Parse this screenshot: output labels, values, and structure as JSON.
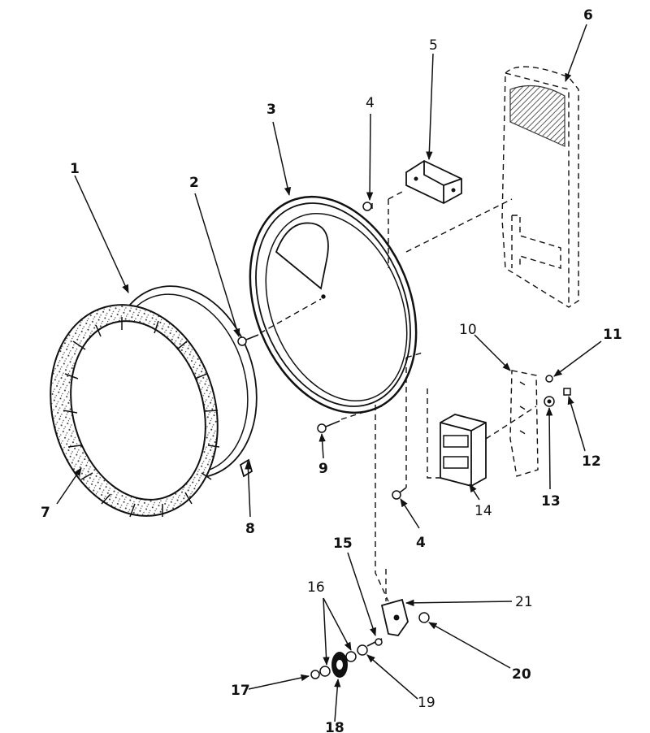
{
  "callouts": [
    {
      "id": "c1",
      "text": "1"
    },
    {
      "id": "c2",
      "text": "2"
    },
    {
      "id": "c3",
      "text": "3"
    },
    {
      "id": "c4a",
      "text": "4"
    },
    {
      "id": "c4b",
      "text": "4"
    },
    {
      "id": "c5",
      "text": "5"
    },
    {
      "id": "c6",
      "text": "6"
    },
    {
      "id": "c7",
      "text": "7"
    },
    {
      "id": "c8",
      "text": "8"
    },
    {
      "id": "c9",
      "text": "9"
    },
    {
      "id": "c10",
      "text": "10"
    },
    {
      "id": "c11",
      "text": "11"
    },
    {
      "id": "c12",
      "text": "12"
    },
    {
      "id": "c13",
      "text": "13"
    },
    {
      "id": "c14",
      "text": "14"
    },
    {
      "id": "c15",
      "text": "15"
    },
    {
      "id": "c16",
      "text": "16"
    },
    {
      "id": "c17",
      "text": "17"
    },
    {
      "id": "c18",
      "text": "18"
    },
    {
      "id": "c19",
      "text": "19"
    },
    {
      "id": "c20",
      "text": "20"
    },
    {
      "id": "c21",
      "text": "21"
    }
  ]
}
